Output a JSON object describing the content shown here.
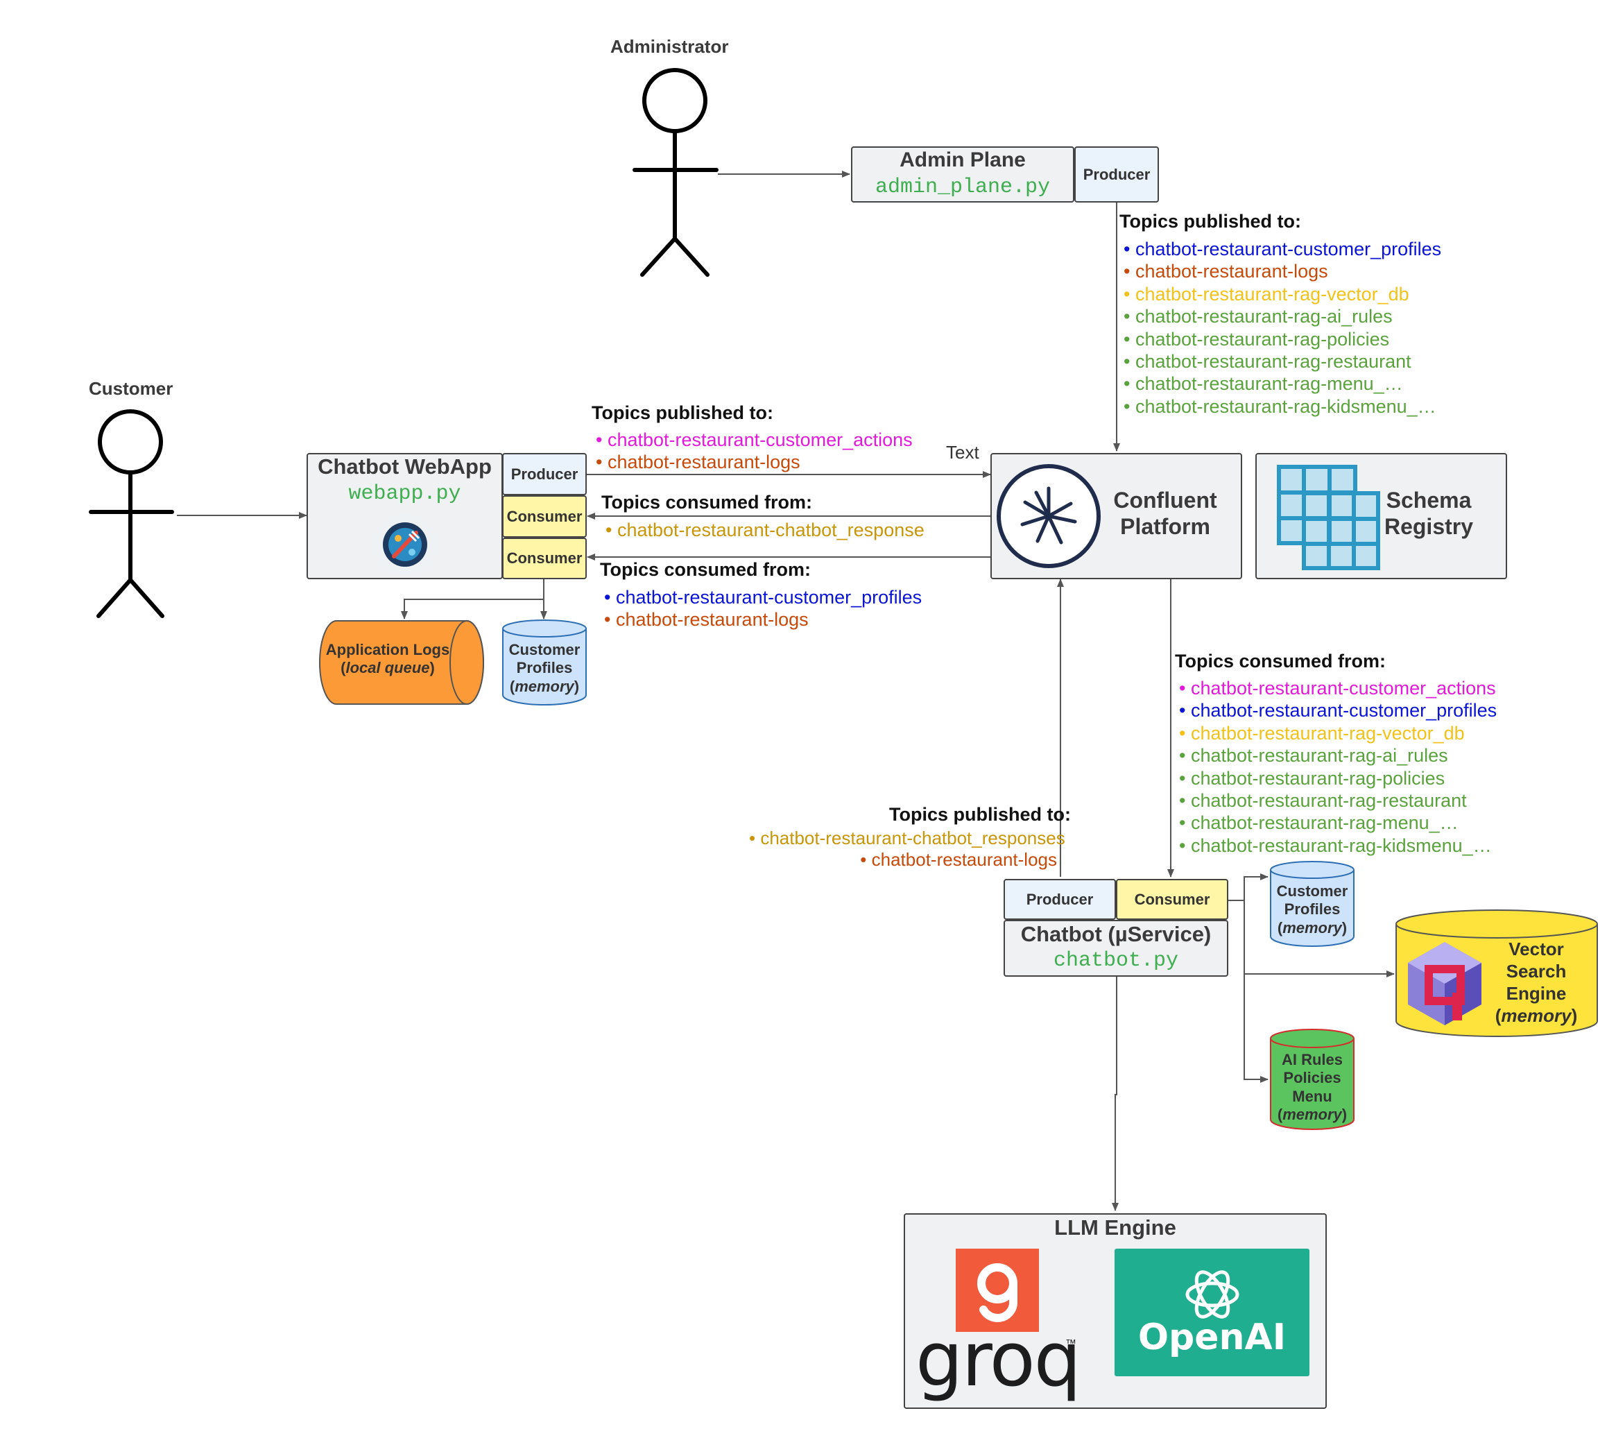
{
  "actors": {
    "administrator": "Administrator",
    "customer": "Customer"
  },
  "admin_plane": {
    "title": "Admin Plane",
    "file": "admin_plane.py",
    "producer": "Producer",
    "topics_header": "Topics published to:",
    "topics": [
      {
        "text": "chatbot-restaurant-customer_profiles",
        "color": "#0b14d6"
      },
      {
        "text": "chatbot-restaurant-logs",
        "color": "#c84a0a"
      },
      {
        "text": "chatbot-restaurant-rag-vector_db",
        "color": "#f2c21b"
      },
      {
        "text": "chatbot-restaurant-rag-ai_rules",
        "color": "#5aa23c"
      },
      {
        "text": "chatbot-restaurant-rag-policies",
        "color": "#5aa23c"
      },
      {
        "text": "chatbot-restaurant-rag-restaurant",
        "color": "#5aa23c"
      },
      {
        "text": "chatbot-restaurant-rag-menu_…",
        "color": "#5aa23c"
      },
      {
        "text": "chatbot-restaurant-rag-kidsmenu_…",
        "color": "#5aa23c"
      }
    ]
  },
  "webapp": {
    "title": "Chatbot WebApp",
    "file": "webapp.py",
    "producer": "Producer",
    "consumer1": "Consumer",
    "consumer2": "Consumer",
    "published_header": "Topics published to:",
    "published": [
      {
        "text": "chatbot-restaurant-customer_actions",
        "color": "#e21ad9"
      },
      {
        "text": "chatbot-restaurant-logs",
        "color": "#c84a0a"
      }
    ],
    "consumed1_header": "Topics consumed from:",
    "consumed1": [
      {
        "text": "chatbot-restaurant-chatbot_response",
        "color": "#c9960a"
      }
    ],
    "consumed2_header": "Topics consumed from:",
    "consumed2": [
      {
        "text": "chatbot-restaurant-customer_profiles",
        "color": "#0b14d6"
      },
      {
        "text": "chatbot-restaurant-logs",
        "color": "#c84a0a"
      }
    ],
    "arrow_label": "Text"
  },
  "app_logs": {
    "line1": "Application Logs",
    "line2_pre": "(",
    "line2_em": "local queue",
    "line2_post": ")"
  },
  "webapp_profiles": {
    "line1": "Customer",
    "line2": "Profiles",
    "line3_pre": "(",
    "line3_em": "memory",
    "line3_post": ")"
  },
  "confluent": {
    "line1": "Confluent",
    "line2": "Platform"
  },
  "schema": {
    "line1": "Schema",
    "line2": "Registry"
  },
  "chatbot": {
    "title": "Chatbot (µService)",
    "file": "chatbot.py",
    "producer": "Producer",
    "consumer": "Consumer",
    "consumed_header": "Topics consumed from:",
    "consumed": [
      {
        "text": "chatbot-restaurant-customer_actions",
        "color": "#e21ad9"
      },
      {
        "text": "chatbot-restaurant-customer_profiles",
        "color": "#0b14d6"
      },
      {
        "text": "chatbot-restaurant-rag-vector_db",
        "color": "#f2c21b"
      },
      {
        "text": "chatbot-restaurant-rag-ai_rules",
        "color": "#5aa23c"
      },
      {
        "text": "chatbot-restaurant-rag-policies",
        "color": "#5aa23c"
      },
      {
        "text": "chatbot-restaurant-rag-restaurant",
        "color": "#5aa23c"
      },
      {
        "text": "chatbot-restaurant-rag-menu_…",
        "color": "#5aa23c"
      },
      {
        "text": "chatbot-restaurant-rag-kidsmenu_…",
        "color": "#5aa23c"
      }
    ],
    "published_header": "Topics published to:",
    "published": [
      {
        "text": "chatbot-restaurant-chatbot_responses",
        "color": "#c9960a"
      },
      {
        "text": "chatbot-restaurant-logs",
        "color": "#c84a0a"
      }
    ]
  },
  "chatbot_profiles": {
    "line1": "Customer",
    "line2": "Profiles",
    "line3_pre": "(",
    "line3_em": "memory",
    "line3_post": ")"
  },
  "vector_search": {
    "line1": "Vector",
    "line2": "Search",
    "line3": "Engine",
    "line4_pre": "(",
    "line4_em": "memory",
    "line4_post": ")"
  },
  "ai_rules": {
    "line1": "AI Rules",
    "line2": "Policies",
    "line3": "Menu",
    "line4_pre": "(",
    "line4_em": "memory",
    "line4_post": ")"
  },
  "llm": {
    "title": "LLM Engine",
    "groq": "groq",
    "groq_tm": "™",
    "openai": "OpenAI"
  },
  "colors": {
    "box_fill": "#f0f1f3",
    "producer_fill": "#eaf2fc",
    "consumer_fill": "#fff6a8",
    "logs_orange": "#fb9a36",
    "db_blue": "#cde3fb",
    "db_yellow": "#fde33b",
    "db_green": "#5cc45e",
    "confluent_navy": "#1f2c4c",
    "schema_blue": "#2b97c4",
    "groq_red": "#f25a3c",
    "openai_green": "#1fae8f"
  }
}
